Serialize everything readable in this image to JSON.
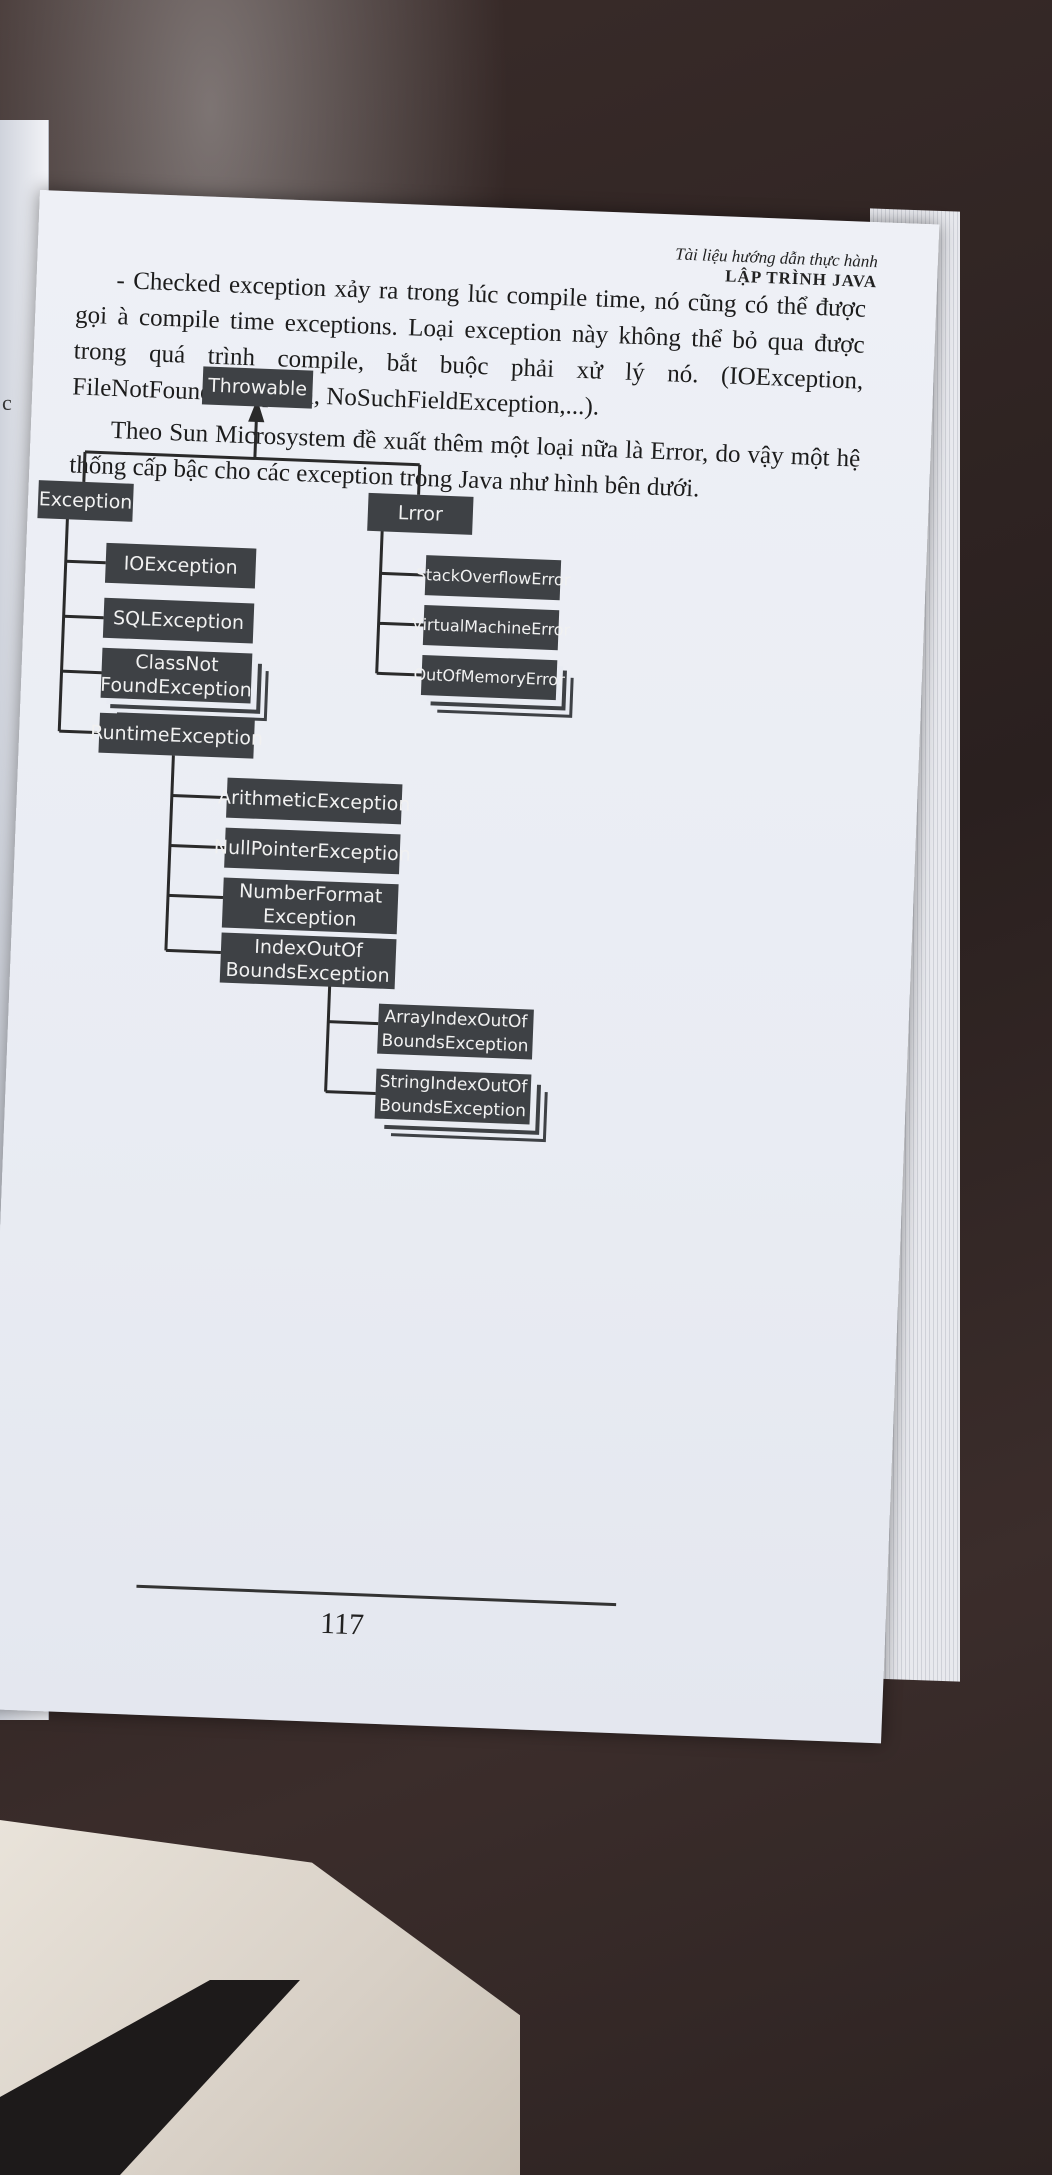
{
  "header": {
    "subtitle": "Tài liệu hướng dẫn thực hành",
    "title": "LẬP TRÌNH JAVA"
  },
  "paragraphs": [
    "- Checked exception xảy ra trong lúc compile time, nó cũng có thể được gọi à compile time exceptions. Loại exception này không thể bỏ qua được trong quá trình compile, bắt buộc phải xử lý nó. (IOException, FileNotFoundException, NoSuchFieldException,...).",
    "Theo Sun Microsystem đề xuất thêm một loại nữa là Error, do vậy một hệ thống cấp bậc cho các exception trong Java như hình bên dưới."
  ],
  "diagram": {
    "root": "Throwable",
    "exception": "Exception",
    "error": "Lrror",
    "exception_children": [
      "IOException",
      "SQLException",
      "ClassNot\nFoundException",
      "RuntimeException"
    ],
    "error_children": [
      "StackOverflowError",
      "VirtualMachineError",
      "OutOfMemoryError"
    ],
    "runtime_children": [
      "ArithmeticException",
      "NullPointerException",
      "NumberFormat\nException",
      "IndexOutOf\nBoundsException"
    ],
    "index_children": [
      "ArrayIndexOutOf\nBoundsException",
      "StringIndexOutOf\nBoundsException"
    ]
  },
  "page_number": "117",
  "left_page_fragment": "c",
  "colors": {
    "box": "#3e4145",
    "paper": "#e9ecf3",
    "table": "#2b2120"
  }
}
